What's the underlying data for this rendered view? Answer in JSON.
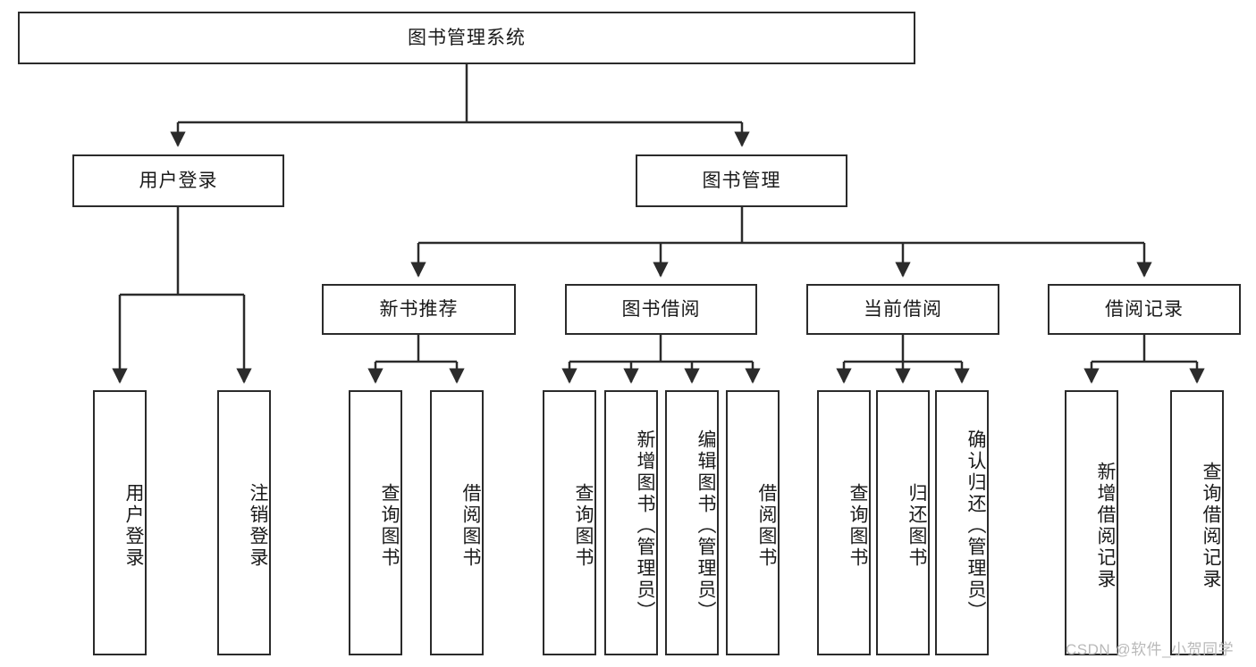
{
  "diagram": {
    "title": "图书管理系统",
    "root": {
      "label": "图书管理系统"
    },
    "level2": [
      {
        "label": "用户登录"
      },
      {
        "label": "图书管理"
      }
    ],
    "level3": [
      {
        "label": "新书推荐"
      },
      {
        "label": "图书借阅"
      },
      {
        "label": "当前借阅"
      },
      {
        "label": "借阅记录"
      }
    ],
    "leaves": {
      "user_login": [
        {
          "label": "用户登录"
        },
        {
          "label": "注销登录"
        }
      ],
      "new_book_recommend": [
        {
          "label": "查询图书"
        },
        {
          "label": "借阅图书"
        }
      ],
      "book_borrow": [
        {
          "label": "查询图书"
        },
        {
          "label": "新增图书（管理员）"
        },
        {
          "label": "编辑图书（管理员）"
        },
        {
          "label": "借阅图书"
        }
      ],
      "current_borrow": [
        {
          "label": "查询图书"
        },
        {
          "label": "归还图书"
        },
        {
          "label": "确认归还（管理员）"
        }
      ],
      "borrow_record": [
        {
          "label": "新增借阅记录"
        },
        {
          "label": "查询借阅记录"
        }
      ]
    }
  },
  "watermark": {
    "text": "CSDN @软件_小贺同学"
  },
  "colors": {
    "stroke": "#2b2b2b",
    "background": "#ffffff",
    "text": "#1a1a1a",
    "watermark": "#b9b9b9"
  }
}
